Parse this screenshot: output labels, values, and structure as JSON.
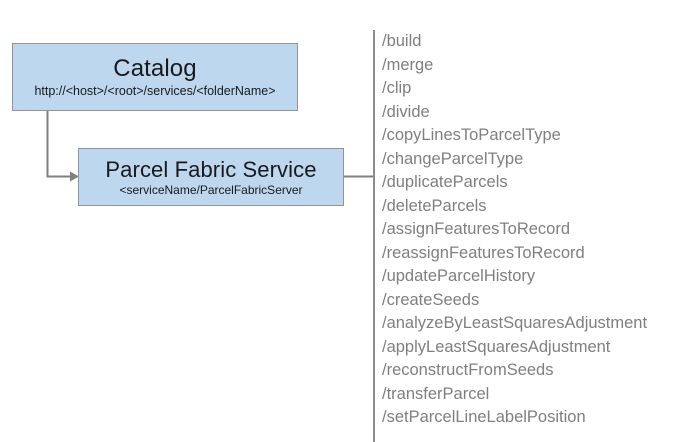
{
  "diagram": {
    "background_color": "#ffffff",
    "node_fill_color": "#bdd7ee",
    "node_border_color": "#949494",
    "connector_color": "#808080",
    "list_text_color": "#7f7f7f",
    "nodes": {
      "catalog": {
        "title": "Catalog",
        "subtitle": "http://<host>/<root>/services/<folderName>"
      },
      "parcel_fabric_service": {
        "title": "Parcel Fabric Service",
        "subtitle": "<serviceName/ParcelFabricServer"
      }
    },
    "operations": [
      "/build",
      "/merge",
      "/clip",
      "/divide",
      "/copyLinesToParcelType",
      "/changeParcelType",
      "/duplicateParcels",
      "/deleteParcels",
      "/assignFeaturesToRecord",
      "/reassignFeaturesToRecord",
      "/updateParcelHistory",
      "/createSeeds",
      "/analyzeByLeastSquaresAdjustment",
      "/applyLeastSquaresAdjustment",
      "/reconstructFromSeeds",
      "/transferParcel",
      "/setParcelLineLabelPosition"
    ]
  }
}
